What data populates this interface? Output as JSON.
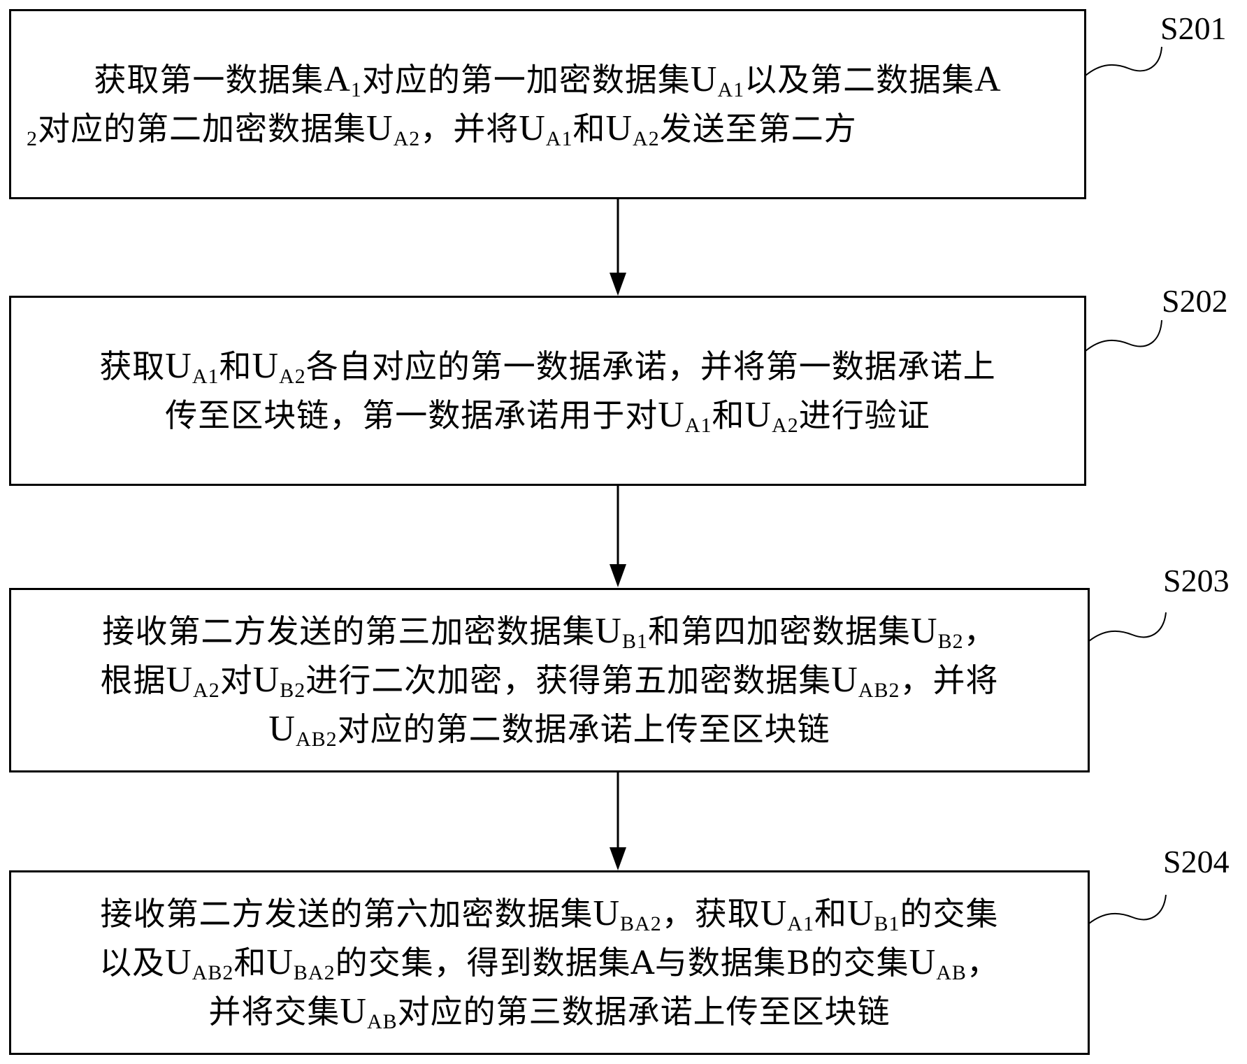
{
  "diagram": {
    "type": "flowchart",
    "steps": [
      {
        "id": "S201",
        "lines": [
          [
            {
              "t": "获取第一数据集"
            },
            {
              "t": "A",
              "sub": "1"
            },
            {
              "t": "对应的第一加密数据集"
            },
            {
              "t": "U",
              "sub": "A1"
            },
            {
              "t": "以及第二数据集"
            },
            {
              "t": "A"
            }
          ],
          [
            {
              "t": "",
              "sub": "2"
            },
            {
              "t": "对应的第二加密数据集"
            },
            {
              "t": "U",
              "sub": "A2"
            },
            {
              "t": "，并将"
            },
            {
              "t": "U",
              "sub": "A1"
            },
            {
              "t": "和"
            },
            {
              "t": "U",
              "sub": "A2"
            },
            {
              "t": "发送至第二方"
            }
          ]
        ]
      },
      {
        "id": "S202",
        "lines": [
          [
            {
              "t": "获取"
            },
            {
              "t": "U",
              "sub": "A1"
            },
            {
              "t": "和"
            },
            {
              "t": "U",
              "sub": "A2"
            },
            {
              "t": "各自对应的第一数据承诺，并将第一数据承诺上"
            }
          ],
          [
            {
              "t": "传至区块链，第一数据承诺用于对"
            },
            {
              "t": "U",
              "sub": "A1"
            },
            {
              "t": "和"
            },
            {
              "t": "U",
              "sub": "A2"
            },
            {
              "t": "进行验证"
            }
          ]
        ]
      },
      {
        "id": "S203",
        "lines": [
          [
            {
              "t": "接收第二方发送的第三加密数据集"
            },
            {
              "t": "U",
              "sub": "B1"
            },
            {
              "t": "和第四加密数据集"
            },
            {
              "t": "U",
              "sub": "B2"
            },
            {
              "t": "，"
            }
          ],
          [
            {
              "t": "根据"
            },
            {
              "t": "U",
              "sub": "A2"
            },
            {
              "t": "对"
            },
            {
              "t": "U",
              "sub": "B2"
            },
            {
              "t": "进行二次加密，获得第五加密数据集"
            },
            {
              "t": "U",
              "sub": "AB2"
            },
            {
              "t": "，并将"
            }
          ],
          [
            {
              "t": "U",
              "sub": "AB2"
            },
            {
              "t": "对应的第二数据承诺上传至区块链"
            }
          ]
        ]
      },
      {
        "id": "S204",
        "lines": [
          [
            {
              "t": "接收第二方发送的第六加密数据集"
            },
            {
              "t": "U",
              "sub": "BA2"
            },
            {
              "t": "，获取"
            },
            {
              "t": "U",
              "sub": "A1"
            },
            {
              "t": "和"
            },
            {
              "t": "U",
              "sub": "B1"
            },
            {
              "t": "的交集"
            }
          ],
          [
            {
              "t": "以及"
            },
            {
              "t": "U",
              "sub": "AB2"
            },
            {
              "t": "和"
            },
            {
              "t": "U",
              "sub": "BA2"
            },
            {
              "t": "的交集，得到数据集A与数据集B的交集"
            },
            {
              "t": "U",
              "sub": "AB"
            },
            {
              "t": "，"
            }
          ],
          [
            {
              "t": "并将交集"
            },
            {
              "t": "U",
              "sub": "AB"
            },
            {
              "t": "对应的第三数据承诺上传至区块链"
            }
          ]
        ]
      }
    ],
    "labels": [
      "S201",
      "S202",
      "S203",
      "S204"
    ]
  }
}
